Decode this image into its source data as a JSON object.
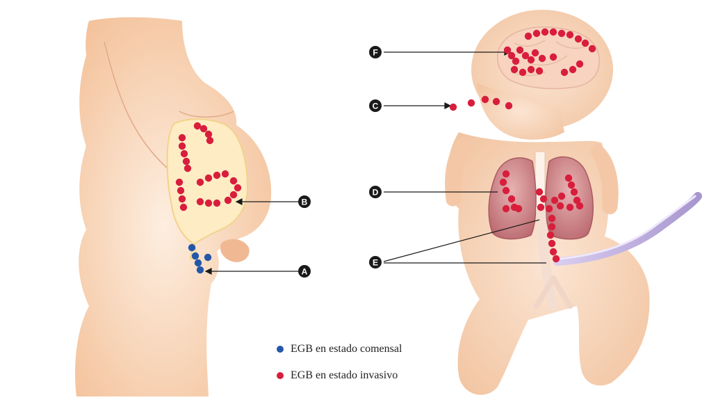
{
  "diagram": {
    "markers": {
      "a": "A",
      "b": "B",
      "c": "C",
      "d": "D",
      "e": "E",
      "f": "F"
    },
    "legend": {
      "commensal": {
        "label": "EGB en estado comensal",
        "color": "#2457a8"
      },
      "invasive": {
        "label": "EGB en estado invasivo",
        "color": "#d81e3c"
      }
    },
    "colors": {
      "skin": "#f6c9a3",
      "skin_light": "#fbe3cd",
      "uterus": "#fdebc0",
      "lung": "#c87a7e",
      "catheter": "#b9a8d8",
      "arrow": "#1a1a1a"
    }
  }
}
